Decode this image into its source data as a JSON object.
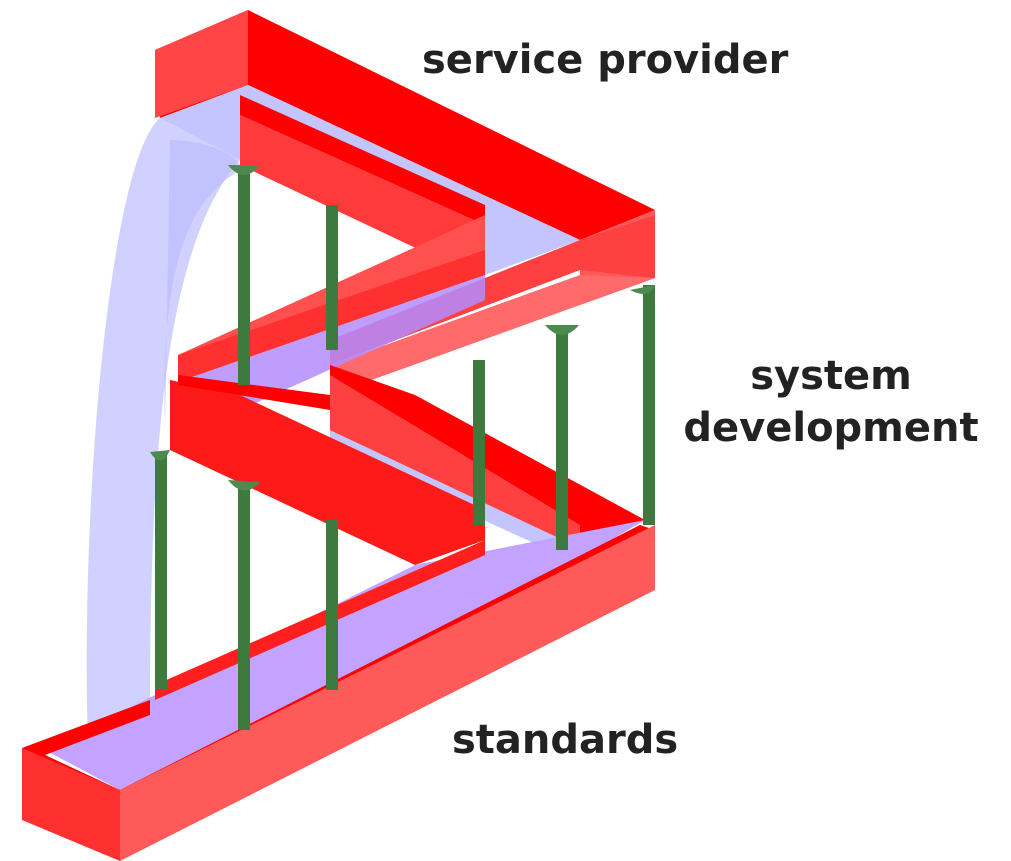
{
  "labels": {
    "service_provider": "service provider",
    "system_line1": "system",
    "system_line2": "development",
    "standards": "standards"
  },
  "colors": {
    "beam_top": "#ff0000",
    "beam_front": "#ff5a5a",
    "beam_dark": "#b10000",
    "panel": "#c9c9ff",
    "panel_dark": "#b38cff",
    "column": "#3e7a3e",
    "column_light": "#6fae6f",
    "label": "#222222"
  }
}
